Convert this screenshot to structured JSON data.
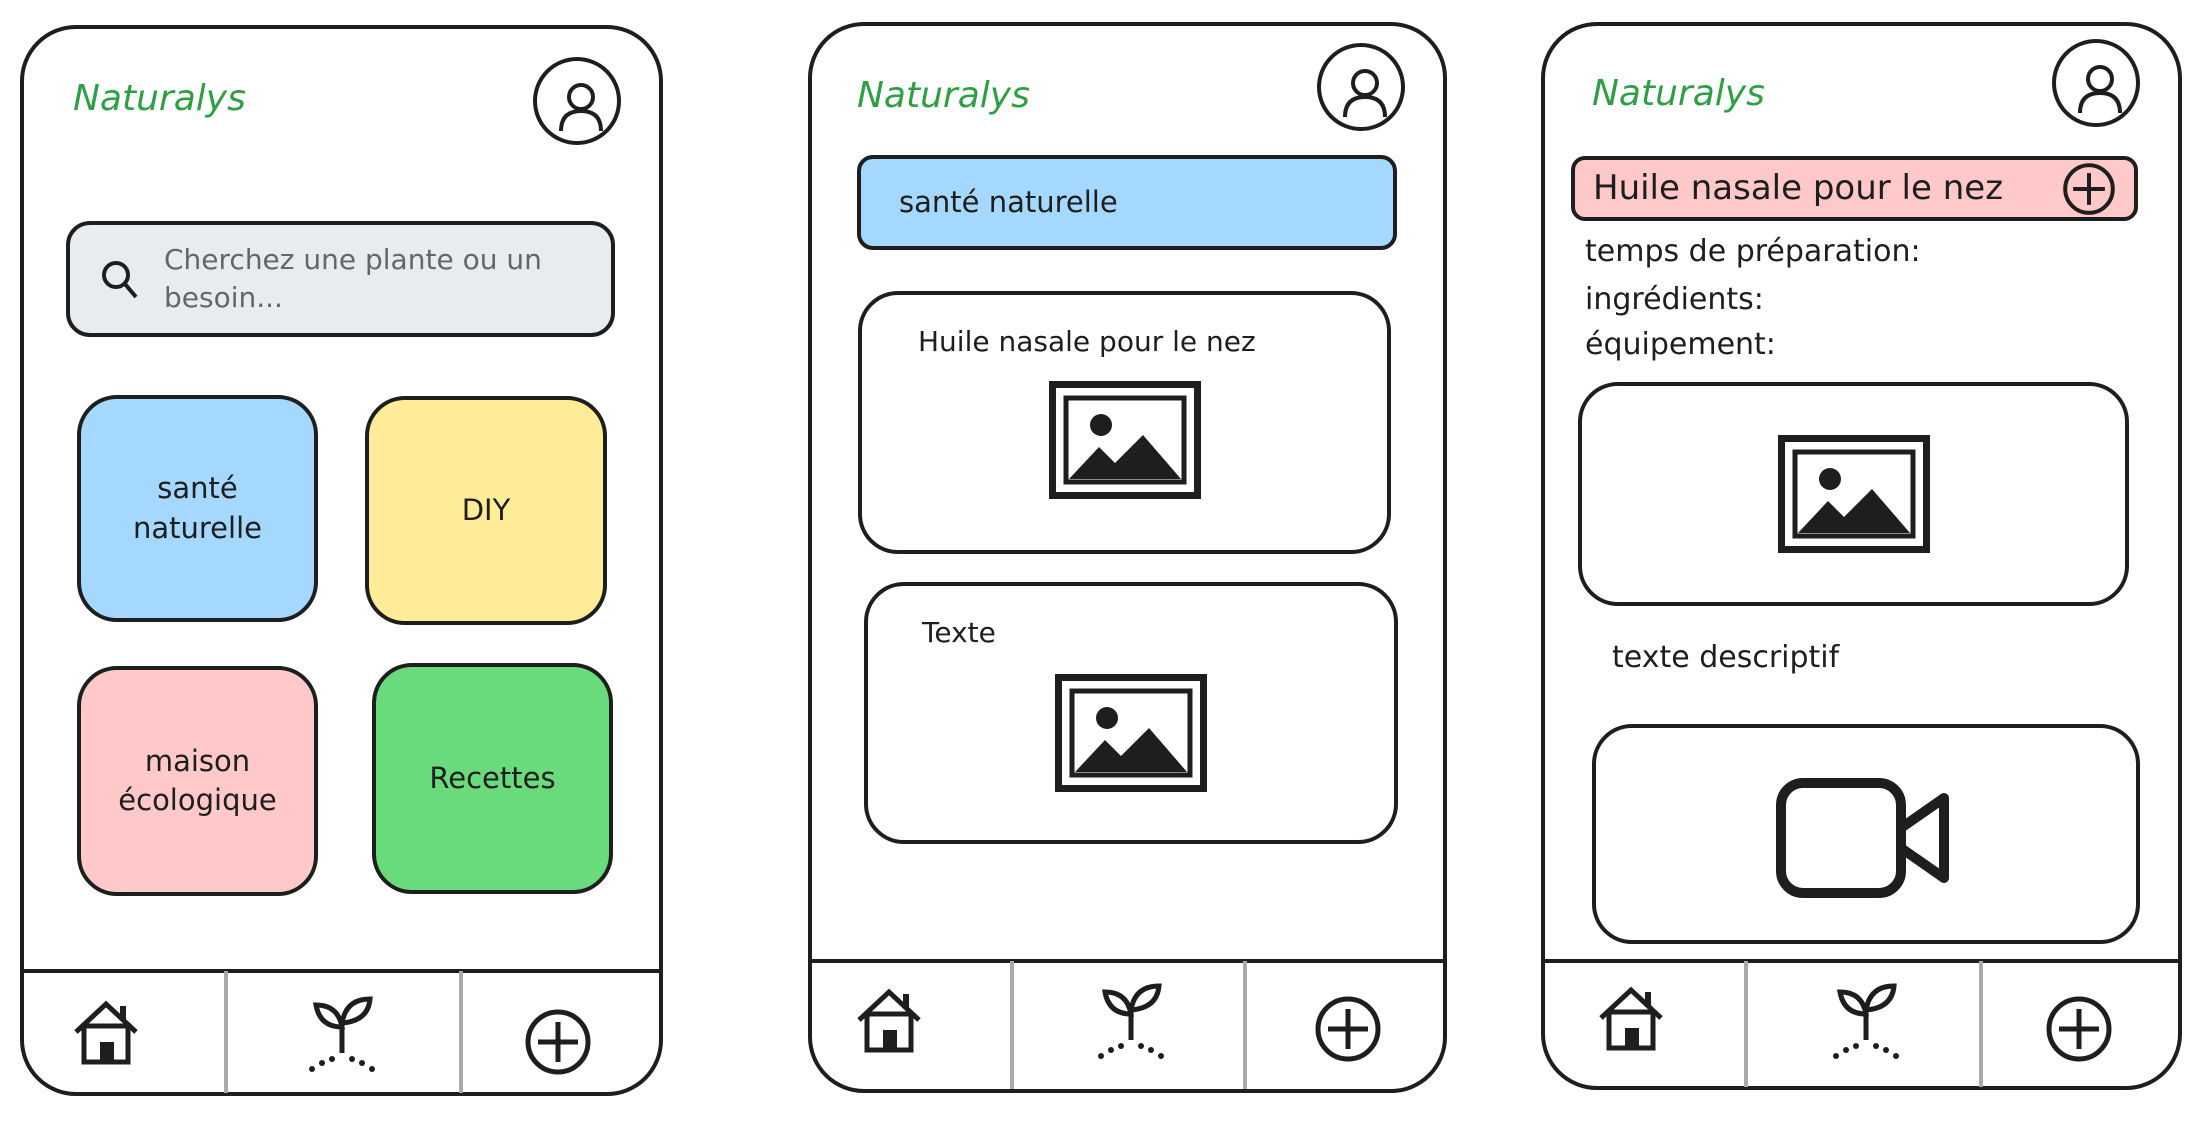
{
  "app_title": "Naturalys",
  "screen1": {
    "search_placeholder": "Cherchez une plante ou un besoin...",
    "tiles": [
      {
        "label": "santé naturelle",
        "color": "#a5d8ff"
      },
      {
        "label": "DIY",
        "color": "#ffec99"
      },
      {
        "label": "maison écologique",
        "color": "#ffc9c9"
      },
      {
        "label": "Recettes",
        "color": "#69db7c"
      }
    ]
  },
  "screen2": {
    "category": "santé naturelle",
    "category_color": "#a5d8ff",
    "cards": [
      {
        "title": "Huile nasale pour le nez"
      },
      {
        "title": "Texte"
      }
    ]
  },
  "screen3": {
    "recipe_title": "Huile nasale pour le nez",
    "title_color": "#ffc9c9",
    "fields": [
      "temps de préparation:",
      "ingrédients:",
      "équipement:"
    ],
    "description": "texte descriptif"
  },
  "nav": [
    "home-icon",
    "plant-icon",
    "add-icon"
  ]
}
